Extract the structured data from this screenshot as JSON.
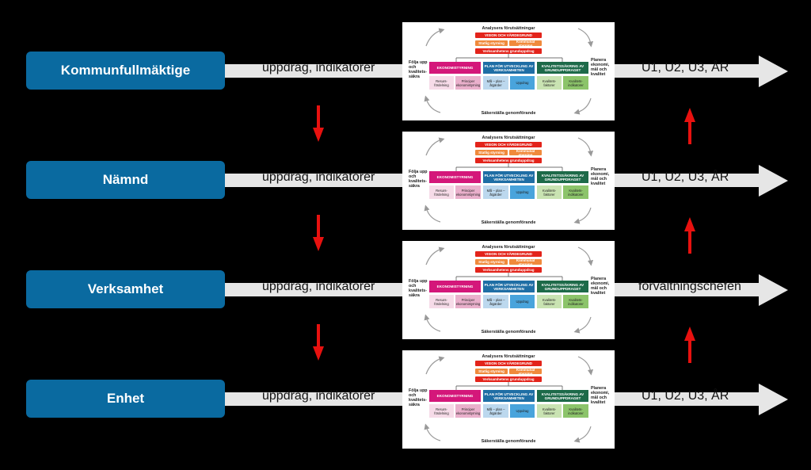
{
  "rows": [
    {
      "role": "Kommunfullmäktige",
      "left_text": "uppdrag, indikatorer",
      "right_text": "U1, U2, U3, ÅR"
    },
    {
      "role": "Nämnd",
      "left_text": "uppdrag, indikatorer",
      "right_text": "U1, U2, U3, ÅR"
    },
    {
      "role": "Verksamhet",
      "left_text": "uppdrag, indikatorer",
      "right_text": "förvaltningschefen"
    },
    {
      "role": "Enhet",
      "left_text": "uppdrag, indikatorer",
      "right_text": "U1, U2, U3, ÅR"
    }
  ],
  "model": {
    "top_title": "Analysera förutsättningar",
    "bottom_title": "Säkerställa genomförande",
    "left_side": "Följa upp och kvalitets-säkra",
    "right_side": "Planera ekonomi, mål och kvalitet",
    "vision": "VISION OCH VÄRDEGRUND",
    "statlig": "Statlig styrning",
    "kommunal": "Kommunal styrning",
    "grunduppdrag": "Verksamhetens grunduppdrag",
    "ekonomi": "EKONOMISTYRNING",
    "plan": "PLAN FÖR UTVECKLING AV VERKSAMHETEN",
    "kvalitet": "KVALITETSSÄKRING AV GRUNDUPPDRAGET",
    "resurs": "Resurs-fördelning",
    "principer": "Principer ekonomistyrning",
    "mal": "Mål – plan – åtgärder",
    "uppdrag": "Uppdrag",
    "kvalitetsfaktorer": "Kvalitets-faktorer",
    "kvalitetsindikatorer": "Kvalitets-indikatorer"
  },
  "colors": {
    "role_box": "#0a6aa0",
    "band": "#e6e6e6",
    "red_arrow": "#e8110f",
    "vision": "#e3241b",
    "ekonomi": "#d4177a",
    "plan": "#1f6ea5",
    "kvalitet": "#1d6a49"
  }
}
